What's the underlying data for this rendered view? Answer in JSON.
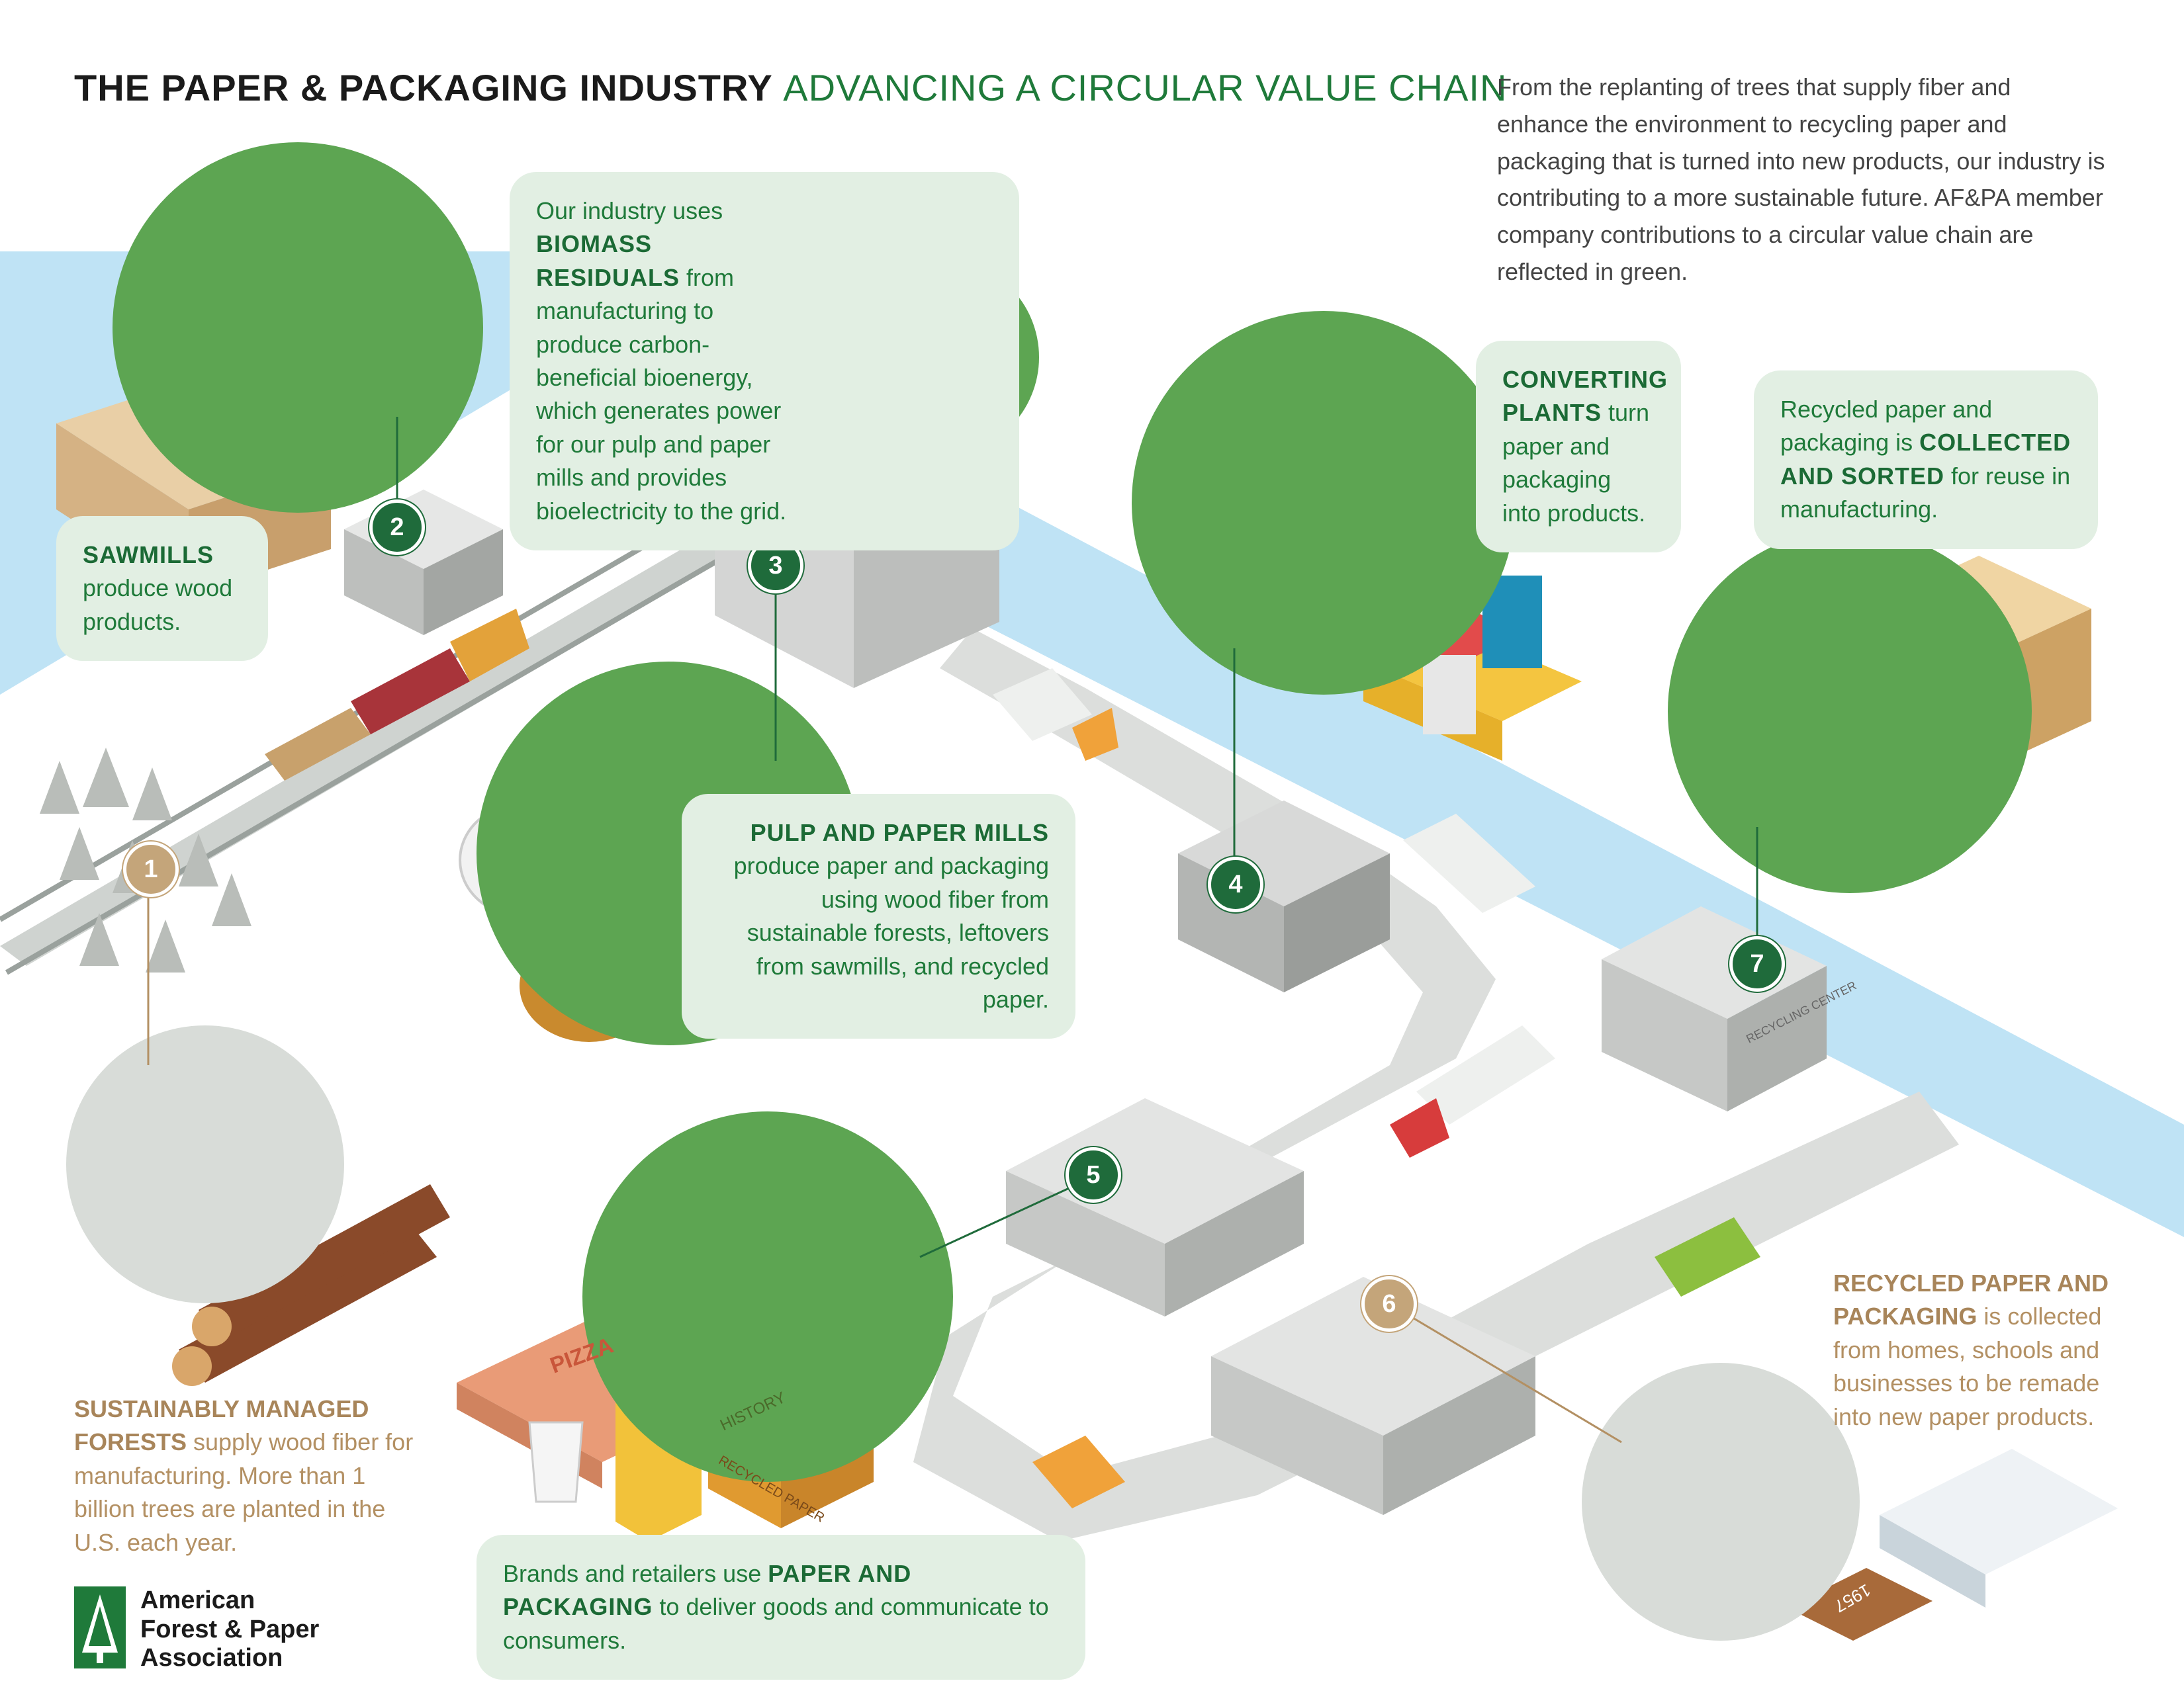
{
  "header": {
    "title_dark": "THE PAPER & PACKAGING INDUSTRY",
    "title_green": "ADVANCING A CIRCULAR VALUE CHAIN",
    "intro": "From the replanting of trees that supply fiber and enhance the environment to recycling paper and packaging that is turned into new products, our industry is contributing to a more sustainable future. AF&PA member company contributions to a circular value chain are reflected in green."
  },
  "steps": {
    "s1": {
      "num": "1",
      "bold": "SUSTAINABLY MANAGED FORESTS",
      "text": " supply wood fiber for manufacturing. More than 1 billion trees are planted in the U.S. each year."
    },
    "s2": {
      "num": "2",
      "bold": "SAWMILLS",
      "text": " produce wood products."
    },
    "s3": {
      "num": "3",
      "pre": "Our industry uses ",
      "bold": "BIOMASS RESIDUALS",
      "text": " from manufacturing to produce carbon-beneficial bioenergy, which generates power for our pulp and paper mills and provides bioelectricity to the grid."
    },
    "s3b": {
      "bold": "PULP AND PAPER MILLS",
      "text": " produce paper and packaging using wood fiber from sustainable forests, leftovers from sawmills, and recycled paper."
    },
    "s4": {
      "num": "4",
      "bold": "CONVERTING PLANTS",
      "text": " turn paper and packaging into products."
    },
    "s5": {
      "num": "5",
      "pre": "Brands and retailers use ",
      "bold": "PAPER AND PACKAGING",
      "text": " to deliver goods and communicate to consumers."
    },
    "s6": {
      "num": "6",
      "bold": "RECYCLED PAPER AND PACKAGING",
      "text": " is collected from homes, schools and businesses to be remade into new paper products."
    },
    "s7": {
      "num": "7",
      "pre": "Recycled paper and packaging is ",
      "bold": "COLLECTED AND SORTED",
      "text": " for reuse in manufacturing."
    }
  },
  "illustration_text": {
    "pizza": "PIZZA",
    "history": "HISTORY",
    "recycled_paper": "RECYCLED PAPER",
    "recycling_center": "RECYCLING CENTER",
    "book_year": "1957"
  },
  "logo": {
    "line1": "American",
    "line2": "Forest & Paper",
    "line3": "Association"
  },
  "colors": {
    "green": "#1f7a3a",
    "circle_green": "#5da552",
    "river": "#bfe3f5",
    "tan": "#b39063"
  }
}
